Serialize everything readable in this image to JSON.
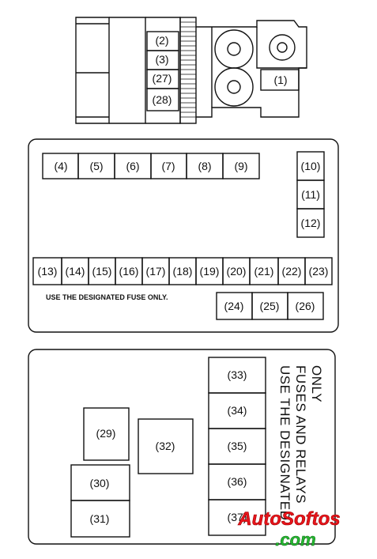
{
  "diagram": {
    "top_block": {
      "fuses": [
        "(2)",
        "(3)",
        "(27)",
        "(28)"
      ],
      "relay_label": "(1)"
    },
    "middle_box": {
      "top_row": [
        "(4)",
        "(5)",
        "(6)",
        "(7)",
        "(8)",
        "(9)"
      ],
      "right_column": [
        "(10)",
        "(11)",
        "(12)"
      ],
      "bottom_row": [
        "(13)",
        "(14)",
        "(15)",
        "(16)",
        "(17)",
        "(18)",
        "(19)",
        "(20)",
        "(21)",
        "(22)",
        "(23)"
      ],
      "note": "USE THE DESIGNATED FUSE ONLY.",
      "small_row": [
        "(24)",
        "(25)",
        "(26)"
      ]
    },
    "bottom_box": {
      "relays": [
        "(29)",
        "(32)",
        "(30)",
        "(31)"
      ],
      "column": [
        "(33)",
        "(34)",
        "(35)",
        "(36)",
        "(37)"
      ],
      "note_line1": "USE THE DESIGNATED",
      "note_line2": "FUSES AND RELAYS",
      "note_line3": "ONLY"
    }
  },
  "watermark": {
    "line1": "AutoSoftos",
    "line2": ".com"
  }
}
